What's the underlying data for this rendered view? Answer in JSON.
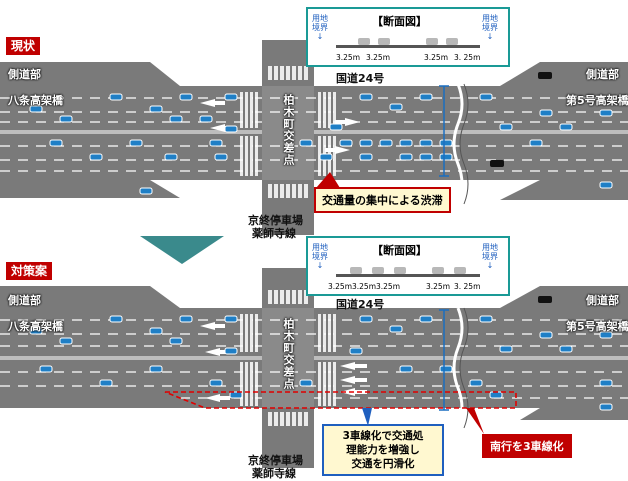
{
  "panels": {
    "current": {
      "label": "現状"
    },
    "plan": {
      "label": "対策案"
    }
  },
  "roads": {
    "frontage_left": "側道部",
    "frontage_right": "側道部",
    "hachijo_viaduct": "八条高架橋",
    "right_viaduct": "第5号高架橋",
    "route": "国道24号",
    "intersection": "柏木町交差点",
    "crossroad_line1": "京終停車場",
    "crossroad_line2": "薬師寺線"
  },
  "section_top": {
    "title": "【断面図】",
    "left_boundary": "用地\n境界",
    "right_boundary": "用地\n境界",
    "widths": [
      "3.25m",
      "3.25m",
      "3.25m",
      "3. 25m"
    ]
  },
  "section_bottom": {
    "title": "【断面図】",
    "left_boundary": "用地\n境界",
    "right_boundary": "用地\n境界",
    "widths": [
      "3.25m",
      "3.25m",
      "3.25m",
      "3.25m",
      "3. 25m"
    ]
  },
  "callouts": {
    "congestion": "交通量の集中による渋滞",
    "three_lane_line1": "3車線化で交通処",
    "three_lane_line2": "理能力を増強し",
    "three_lane_line3": "交通を円滑化",
    "southbound": "南行を3車線化"
  },
  "colors": {
    "road": "#7a7a7a",
    "panel_tag": "#c00000",
    "section_border": "#1a9a96",
    "arrow": "#3a8a8c",
    "car": "#1f7fc6",
    "callout_blue": "#1f5fbf"
  }
}
